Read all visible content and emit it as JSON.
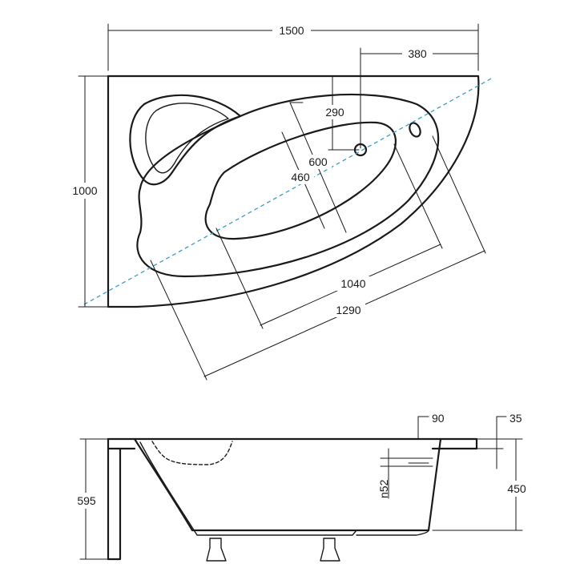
{
  "top_view": {
    "width": "1500",
    "depth": "1000",
    "drain_offset": "380",
    "drain_depth": "290",
    "inner_width": "600",
    "inner_bottom_width": "460",
    "inner_bottom_length": "1040",
    "inner_length": "1290"
  },
  "side_view": {
    "total_height": "595",
    "rim_width": "90",
    "rim_thickness": "35",
    "inner_depth": "450",
    "overflow_label": "n52"
  },
  "colors": {
    "line": "#1a1a1a",
    "axis_dashed": "#3b9dc4",
    "background": "#ffffff"
  }
}
